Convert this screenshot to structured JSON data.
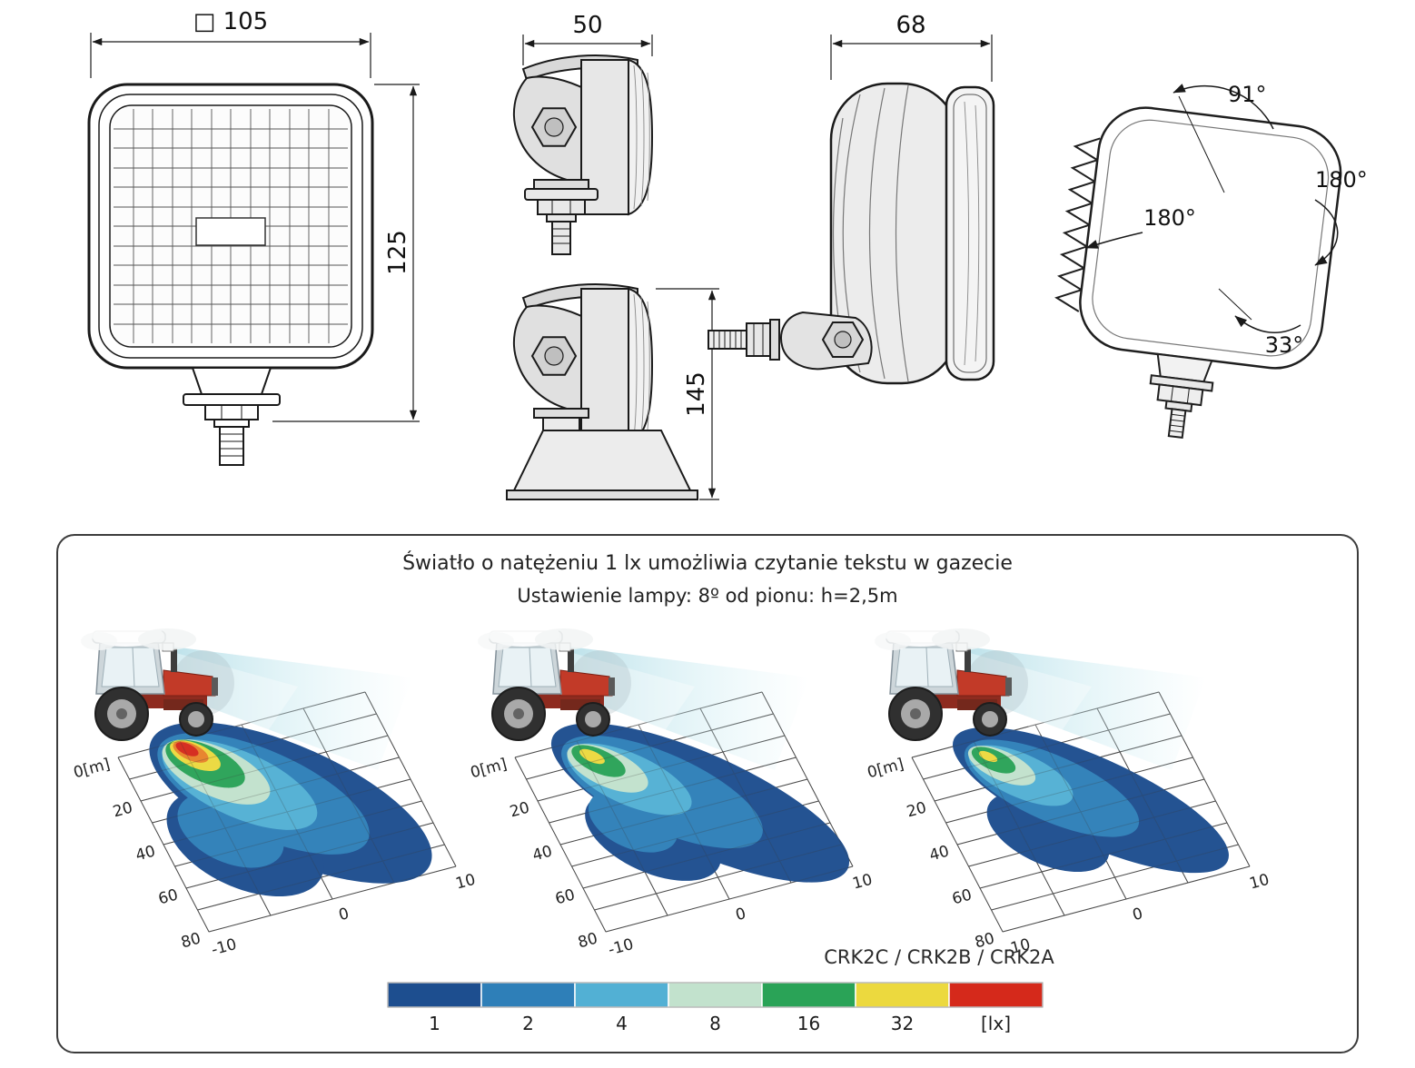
{
  "technical_views": {
    "front": {
      "width_dim": "□ 105",
      "height_dim": "125"
    },
    "side_top": {
      "depth_dim": "50"
    },
    "side_bottom": {
      "height_dim": "145"
    },
    "side_rear": {
      "depth_dim": "68"
    },
    "perspective": {
      "angle_top": "91°",
      "angle_right": "180°",
      "angle_left": "180°",
      "angle_bottom": "33°"
    }
  },
  "photometric": {
    "title": "Światło o natężeniu 1 lx umożliwia czytanie tekstu w gazecie",
    "subtitle": "Ustawienie lampy: 8º od pionu: h=2,5m",
    "models_label": "CRK2C / CRK2B / CRK2A",
    "axes": {
      "distance": [
        "0[m]",
        "20",
        "40",
        "60",
        "80"
      ],
      "lateral": [
        "-10",
        "0",
        "10"
      ]
    },
    "legend": {
      "values": [
        "1",
        "2",
        "4",
        "8",
        "16",
        "32"
      ],
      "unit": "[lx]",
      "colors": [
        "#1d4e8f",
        "#2e7fb8",
        "#52b0d4",
        "#c2e2cd",
        "#2aa357",
        "#ecd93e",
        "#d5291b"
      ],
      "extra_colors": {
        "orange": "#e8832a"
      }
    }
  }
}
